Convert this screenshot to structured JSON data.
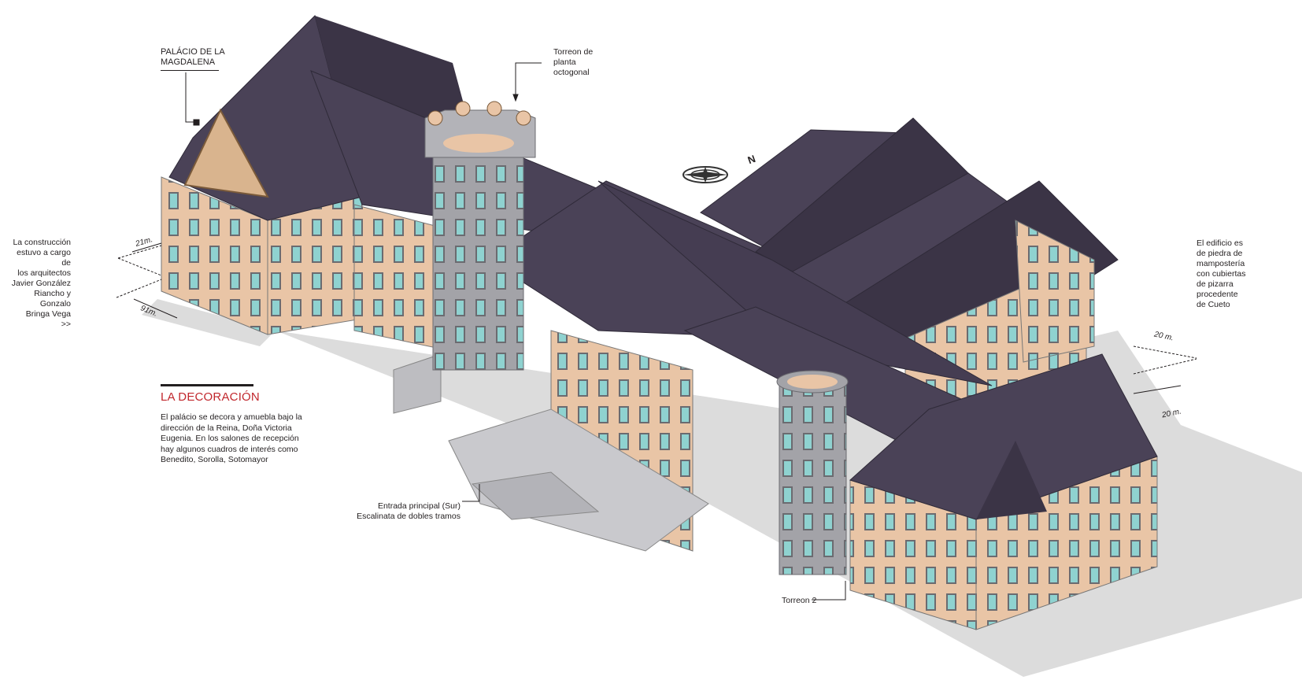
{
  "title": "PALÁCIO DE LA\nMAGDALENA",
  "callouts": {
    "tower_octagonal": "Torreon de\nplanta\noctogonal",
    "architects": "La construcción\nestuvo a cargo de\nlos arquitectos\nJavier González\nRiancho y Gonzalo\nBringa Vega\n>>",
    "materials": "El edificio es\nde piedra de\nmampostería\ncon cubiertas\nde pizarra\nprocedente\nde Cueto",
    "entrance": "Entrada principal (Sur)\nEscalinata de dobles tramos",
    "tower_2": "Torreon 2"
  },
  "decoration": {
    "heading": "LA DECORACIÓN",
    "body": "El palácio se decora y amuebla bajo la dirección de la Reina, Doña Victoria Eugenia. En los salones de recepción hay algunos cuadros de interés como Benedito, Sorolla, Sotomayor"
  },
  "dimensions": {
    "width_left": "21m.",
    "length_left": "91m.",
    "right_a": "20 m.",
    "right_b": "20 m."
  },
  "compass": {
    "north": "N"
  },
  "colors": {
    "roof": "#4a4257",
    "roof_dark": "#3b3446",
    "wall": "#e9c5a6",
    "stone": "#9a9a9f",
    "window": "#8fd2d0",
    "accent": "#c1272d",
    "shadow": "#d9d9d9"
  }
}
